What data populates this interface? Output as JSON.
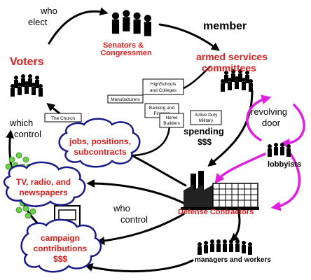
{
  "labels": {
    "who_elect_1": "who",
    "who_elect_2": "elect",
    "senators_1": "Senators &",
    "senators_2": "Congressmen",
    "member": "member",
    "armed_1": "armed services",
    "armed_2": "committees",
    "voters": "Voters",
    "which_control_1": "which",
    "which_control_2": "control",
    "revolving_1": "revolving",
    "revolving_2": "door",
    "spending": "spending",
    "spending_dollars": "$$$",
    "lobbyists": "lobbyists",
    "who_control_1": "who",
    "who_control_2": "control",
    "defense_contractors": "Defense Contractors",
    "managers": "managers and workers"
  },
  "boxes": {
    "highschools_1": "HighSchools",
    "highschools_2": "and Colleges",
    "manufacturers": "Manufacturers",
    "banking_1": "Banking and",
    "banking_2": "Finance",
    "church": "The Church",
    "home_1": "Home",
    "home_2": "Builders",
    "active_1": "Active Duty",
    "active_2": "Military"
  },
  "clouds": {
    "jobs_1": "jobs, positions,",
    "jobs_2": "subcontracts",
    "tv_1": "TV, radio, and",
    "tv_2": "newspapers",
    "campaign_1": "campaign",
    "campaign_2": "contributions",
    "campaign_3": "$$$"
  },
  "colors": {
    "red": "#e01b1b",
    "navy": "#1a1a8c",
    "magenta": "#e020e0",
    "green": "#6ed14a"
  }
}
